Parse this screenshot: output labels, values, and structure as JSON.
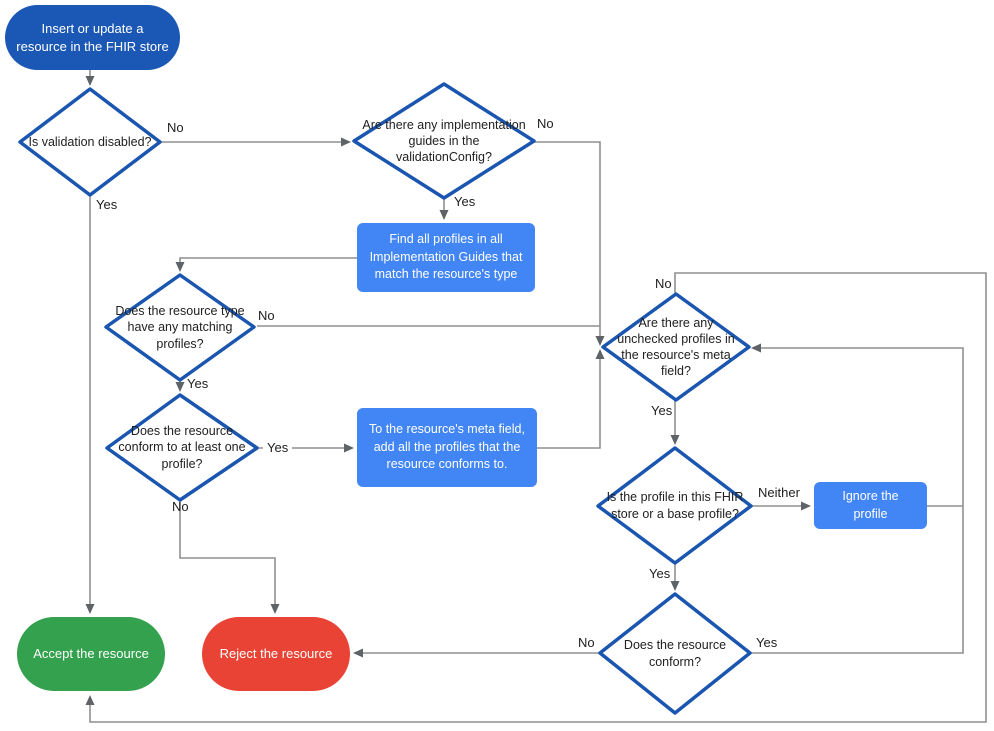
{
  "title": "FHIR store resource validation flowchart",
  "colors": {
    "start_fill": "#1b57b5",
    "diamond_stroke": "#1a56b0",
    "process_fill": "#4285f4",
    "accept_fill": "#34a14e",
    "reject_fill": "#e94335",
    "edge_line": "#8f8f8f",
    "arrowhead": "#5f6368",
    "text_dark": "#212121",
    "text_light": "#ffffff"
  },
  "nodes": {
    "start": {
      "label": "Insert or update a resource in the FHIR store"
    },
    "validation_disabled": {
      "label": "Is validation disabled?"
    },
    "implementation_guides": {
      "label": "Are there any implementation guides in the validationConfig?"
    },
    "find_profiles": {
      "label": "Find all profiles in all Implementation Guides that match the resource's type"
    },
    "matching_profiles": {
      "label": "Does the resource type have any matching profiles?"
    },
    "conform_one_profile": {
      "label": "Does the resource conform to at least one profile?"
    },
    "add_profiles": {
      "label": "To the resource's meta field, add all the profiles that the resource conforms to."
    },
    "unchecked_profiles": {
      "label": "Are there any unchecked profiles in the resource's meta field?"
    },
    "profile_in_store": {
      "label": "Is the profile in this FHIR store or a base profile?"
    },
    "ignore_profile": {
      "label": "Ignore the profile"
    },
    "resource_conform": {
      "label": "Does the resource conform?"
    },
    "accept": {
      "label": "Accept the resource"
    },
    "reject": {
      "label": "Reject the resource"
    }
  },
  "edge_labels": {
    "validation_disabled_no": "No",
    "validation_disabled_yes": "Yes",
    "implementation_guides_no": "No",
    "implementation_guides_yes": "Yes",
    "matching_profiles_no": "No",
    "matching_profiles_yes": "Yes",
    "conform_one_profile_yes": "Yes",
    "conform_one_profile_no": "No",
    "unchecked_profiles_no": "No",
    "unchecked_profiles_yes": "Yes",
    "profile_in_store_neither": "Neither",
    "profile_in_store_yes": "Yes",
    "resource_conform_no": "No",
    "resource_conform_yes": "Yes"
  }
}
